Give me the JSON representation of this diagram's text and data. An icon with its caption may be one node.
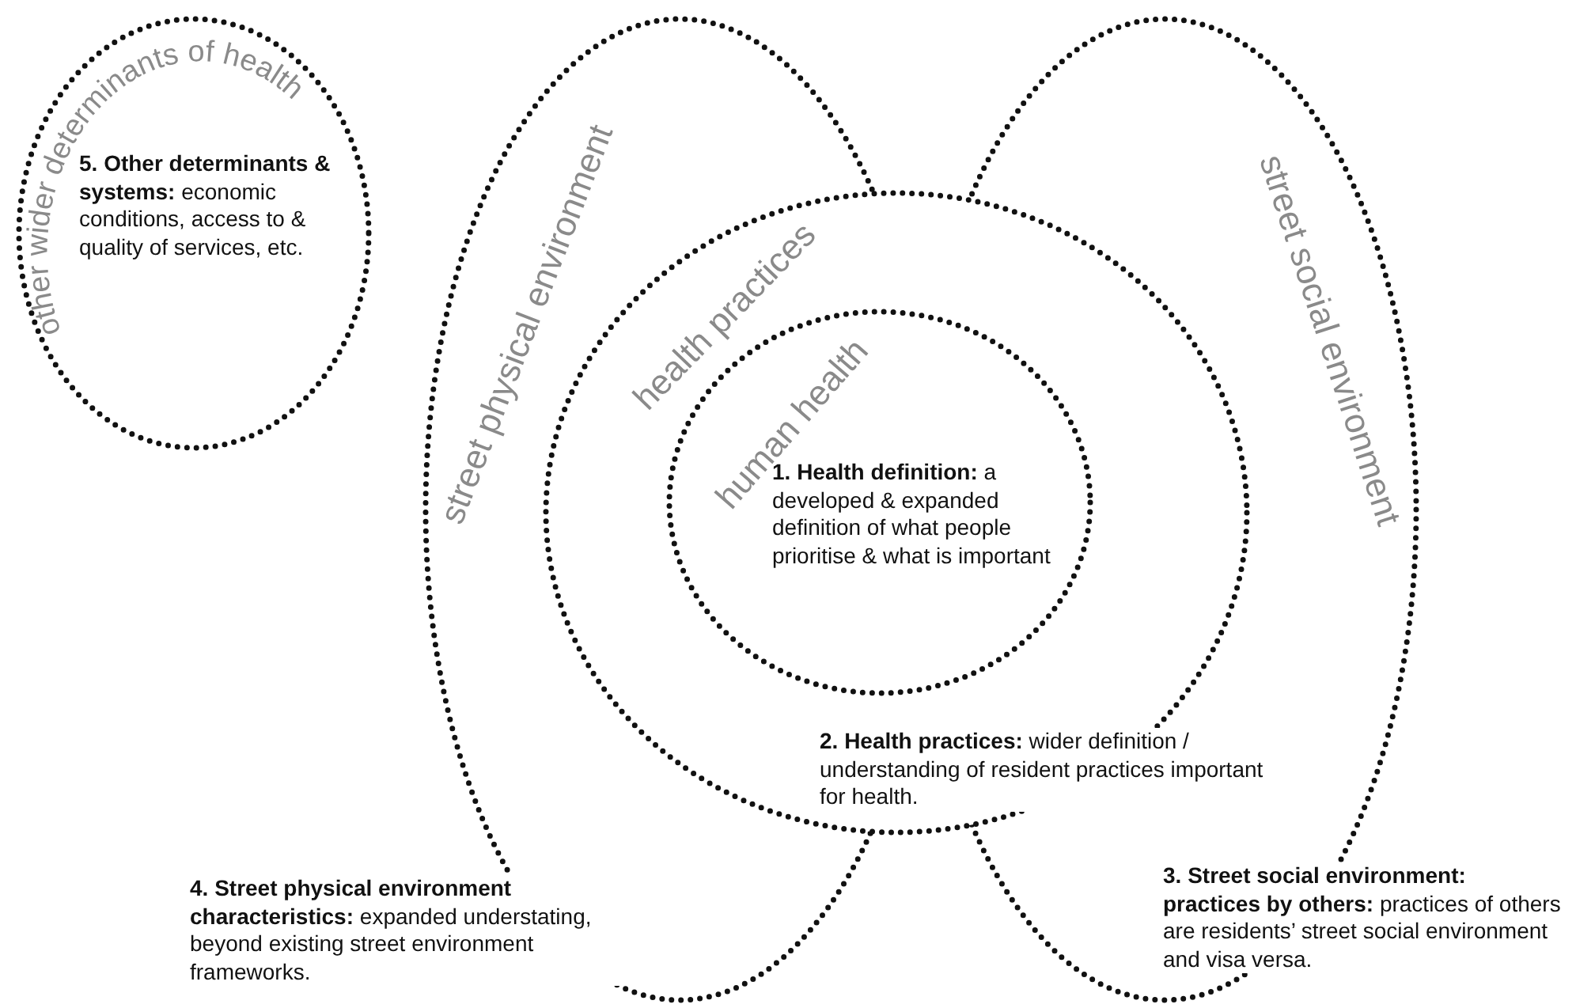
{
  "diagram": {
    "nodes": [
      {
        "text": [
          "other wider determinants of health",
          "**5. Other determinants & systems:** economic conditions, access to & quality of services, etc."
        ]
      },
      {
        "text": [
          "street physical environment"
        ],
        "beside": [
          "**4. Street physical environment characteristics:** expanded understating, beyond existing street environment frameworks."
        ]
      },
      {
        "text": [
          "health practices"
        ],
        "beside": [
          "**2. Health practices:** wider definition / understanding of resident practices important for health."
        ]
      },
      {
        "text": [
          "human health",
          "**1. Health definition:** a developed & expanded definition of what people prioritise & what is important"
        ],
        "in": 2
      },
      {
        "text": [
          "street social environment"
        ],
        "beside": [
          "**3. Street social environment: practices by others:** practices of others are residents’ street social environment and visa versa."
        ]
      }
    ]
  }
}
